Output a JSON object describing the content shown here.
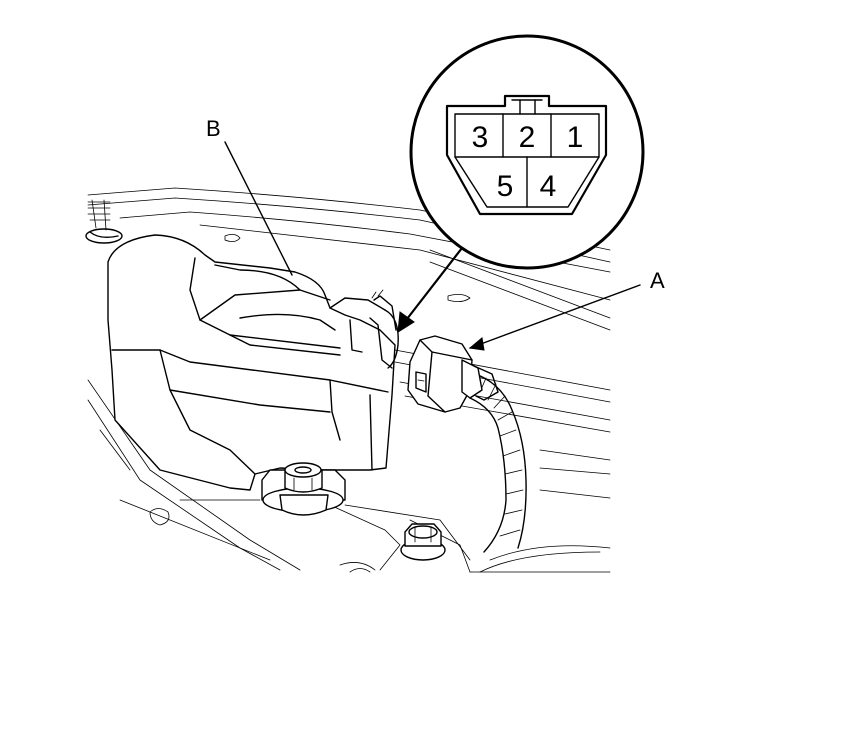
{
  "labels": {
    "a": "A",
    "b": "B"
  },
  "connector_pins": {
    "top_row": [
      "3",
      "2",
      "1"
    ],
    "bottom_row": [
      "5",
      "4"
    ]
  }
}
